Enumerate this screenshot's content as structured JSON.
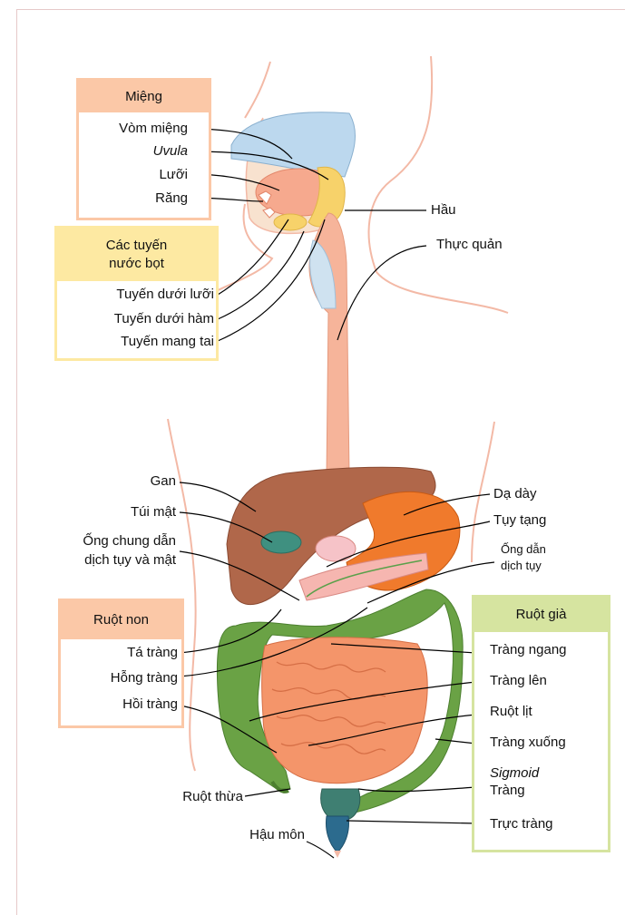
{
  "boxes": {
    "mieng": {
      "title": "Miệng",
      "color": "#fbc8a7"
    },
    "tuyen": {
      "title_line1": "Các tuyến",
      "title_line2": "nước bọt",
      "color": "#fde9a2"
    },
    "ruot_non": {
      "title": "Ruột non",
      "color": "#fbc8a7"
    },
    "ruot_gia": {
      "title": "Ruột già",
      "color": "#d6e4a0"
    }
  },
  "labels": {
    "vom_mieng": "Vòm miệng",
    "uvula": "Uvula",
    "luoi": "Lưỡi",
    "rang": "Răng",
    "hau": "Hầu",
    "thuc_quan": "Thực quản",
    "tuyen_duoi_luoi": "Tuyến dưới lưỡi",
    "tuyen_duoi_ham": "Tuyến dưới hàm",
    "tuyen_mang_tai": "Tuyến mang tai",
    "gan": "Gan",
    "tui_mat": "Túi mật",
    "ong_chung_1": "Ống chung dẫn",
    "ong_chung_2": "dịch tụy và mật",
    "da_day": "Dạ dày",
    "tuy_tang": "Tụy tạng",
    "ong_dan_1": "Ống dẫn",
    "ong_dan_2": "dịch tụy",
    "ta_trang": "Tá tràng",
    "hong_trang": "Hỗng tràng",
    "hoi_trang": "Hồi tràng",
    "ruot_thua": "Ruột thừa",
    "hau_mon": "Hậu môn",
    "trang_ngang": "Tràng ngang",
    "trang_len": "Tràng lên",
    "ruot_lit": "Ruột lịt",
    "trang_xuong": "Tràng xuống",
    "sigmoid": "Sigmoid",
    "trang": "Tràng",
    "truc_trang": "Trực tràng"
  },
  "organ_colors": {
    "palate": "#bcd8ee",
    "tongue": "#f6a98e",
    "salivary": "#f7d26a",
    "esophagus": "#f6b49a",
    "liver": "#b0674a",
    "gallbladder": "#3f9080",
    "stomach": "#f07a2c",
    "pancreas": "#f6b6b0",
    "small_intestine": "#f4956a",
    "large_intestine": "#6aa245",
    "rectum": "#2c6b8e",
    "body_outline": "#f3b9a6"
  }
}
